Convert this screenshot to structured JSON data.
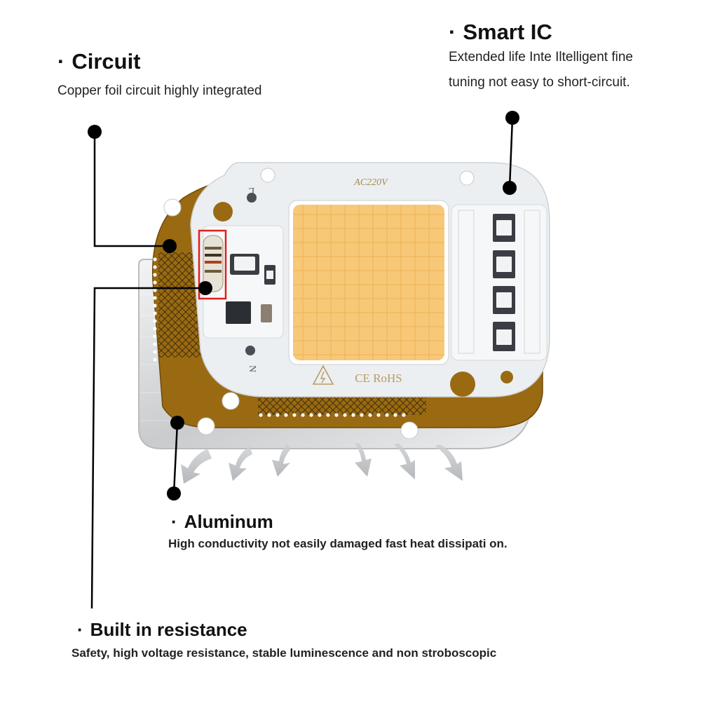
{
  "callouts": {
    "circuit": {
      "bullet": "·",
      "title": "Circuit",
      "description": [
        "Copper foil circuit  highly integrated"
      ]
    },
    "smart_ic": {
      "bullet": "·",
      "title": "Smart IC",
      "description": [
        "Extended life Inte  Iltelligent fine",
        "tuning  not easy to short-circuit."
      ]
    },
    "aluminum": {
      "bullet": "·",
      "title": "Aluminum",
      "description": [
        "High conductivity not easily  damaged fast heat dissipati  on."
      ]
    },
    "resistance": {
      "bullet": "·",
      "title": "Built in resistance",
      "description": [
        "Safety, high voltage resistance, stable luminescence and non stroboscopic"
      ]
    }
  },
  "chip": {
    "voltage_label": "AC220V",
    "cert_label": "CE  RoHS",
    "terminal_l": "L",
    "terminal_n": "N"
  },
  "colors": {
    "copper": "#9a6a12",
    "led_face": "#f7c877",
    "board": "#eceff1",
    "aluminum": "#d9dadc",
    "highlight": "#e0201b",
    "leader": "#000000"
  }
}
